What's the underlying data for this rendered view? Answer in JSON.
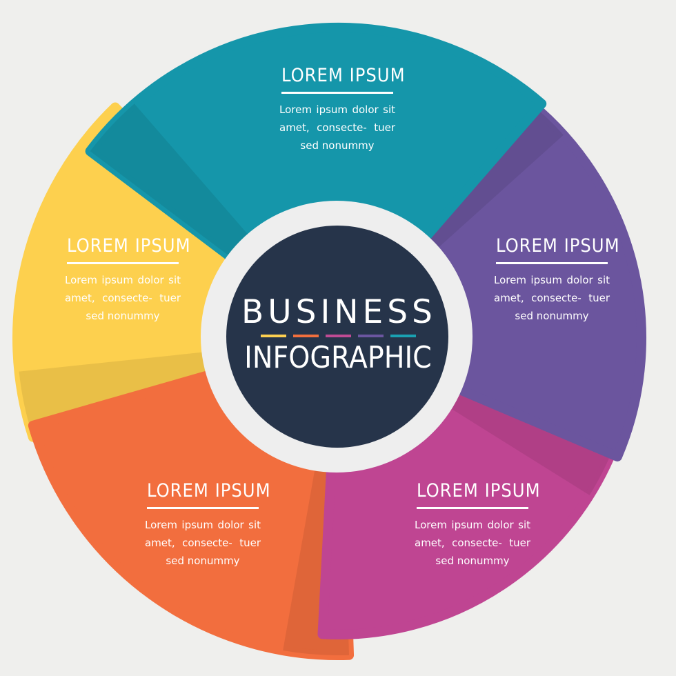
{
  "center": {
    "line1": "BUSINESS",
    "line2": "INFOGRAPHIC",
    "bar_colors": [
      "#fdd050",
      "#f26f3d",
      "#c04b94",
      "#6b56a0",
      "#1aa1b2"
    ]
  },
  "segments": [
    {
      "id": "teal",
      "color": "#1596aa",
      "title": "LOREM IPSUM",
      "text": "Lorem ipsum dolor sit amet, consecte- tuer sed nonummy"
    },
    {
      "id": "purple",
      "color": "#6b559e",
      "title": "LOREM IPSUM",
      "text": "Lorem ipsum dolor sit amet, consecte- tuer sed nonummy"
    },
    {
      "id": "magenta",
      "color": "#bf4592",
      "title": "LOREM IPSUM",
      "text": "Lorem ipsum dolor sit amet, consecte- tuer sed nonummy"
    },
    {
      "id": "orange",
      "color": "#f26e3e",
      "title": "LOREM IPSUM",
      "text": "Lorem ipsum dolor sit amet, consecte- tuer sed nonummy"
    },
    {
      "id": "yellow",
      "color": "#fdd04e",
      "title": "LOREM IPSUM",
      "text": "Lorem ipsum dolor sit amet, consecte- tuer sed nonummy"
    }
  ],
  "colors": {
    "background": "#efefed",
    "hub": "#26344a",
    "ring": "#eeeeee"
  }
}
